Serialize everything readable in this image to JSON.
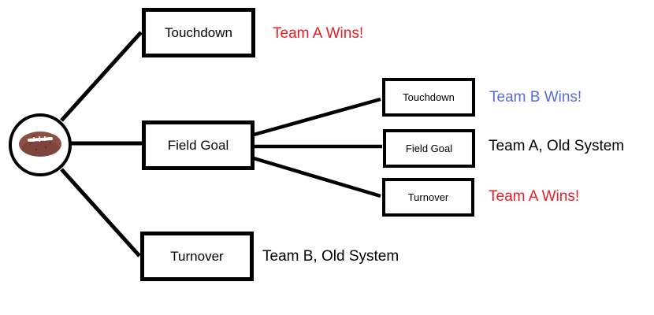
{
  "tree": {
    "root": {
      "icon": "football-icon"
    },
    "branches": [
      {
        "label": "Touchdown",
        "outcome": {
          "text": "Team A Wins!",
          "color": "#ED1C24"
        }
      },
      {
        "label": "Field Goal",
        "children": [
          {
            "label": "Touchdown",
            "outcome": {
              "text": "Team B Wins!",
              "color": "#5B6BD9"
            }
          },
          {
            "label": "Field Goal",
            "outcome": {
              "text": "Team A, Old System",
              "color": "#000000"
            }
          },
          {
            "label": "Turnover",
            "outcome": {
              "text": "Team A Wins!",
              "color": "#ED1C24"
            }
          }
        ]
      },
      {
        "label": "Turnover",
        "outcome": {
          "text": "Team B, Old System",
          "color": "#000000"
        }
      }
    ]
  },
  "colors": {
    "line": "#000000",
    "win_red": "#ED1C24",
    "win_blue": "#5B6BD9",
    "football_body": "#8C4F44",
    "football_shadow": "#6E3A32",
    "football_lace": "#FFFFFF"
  }
}
